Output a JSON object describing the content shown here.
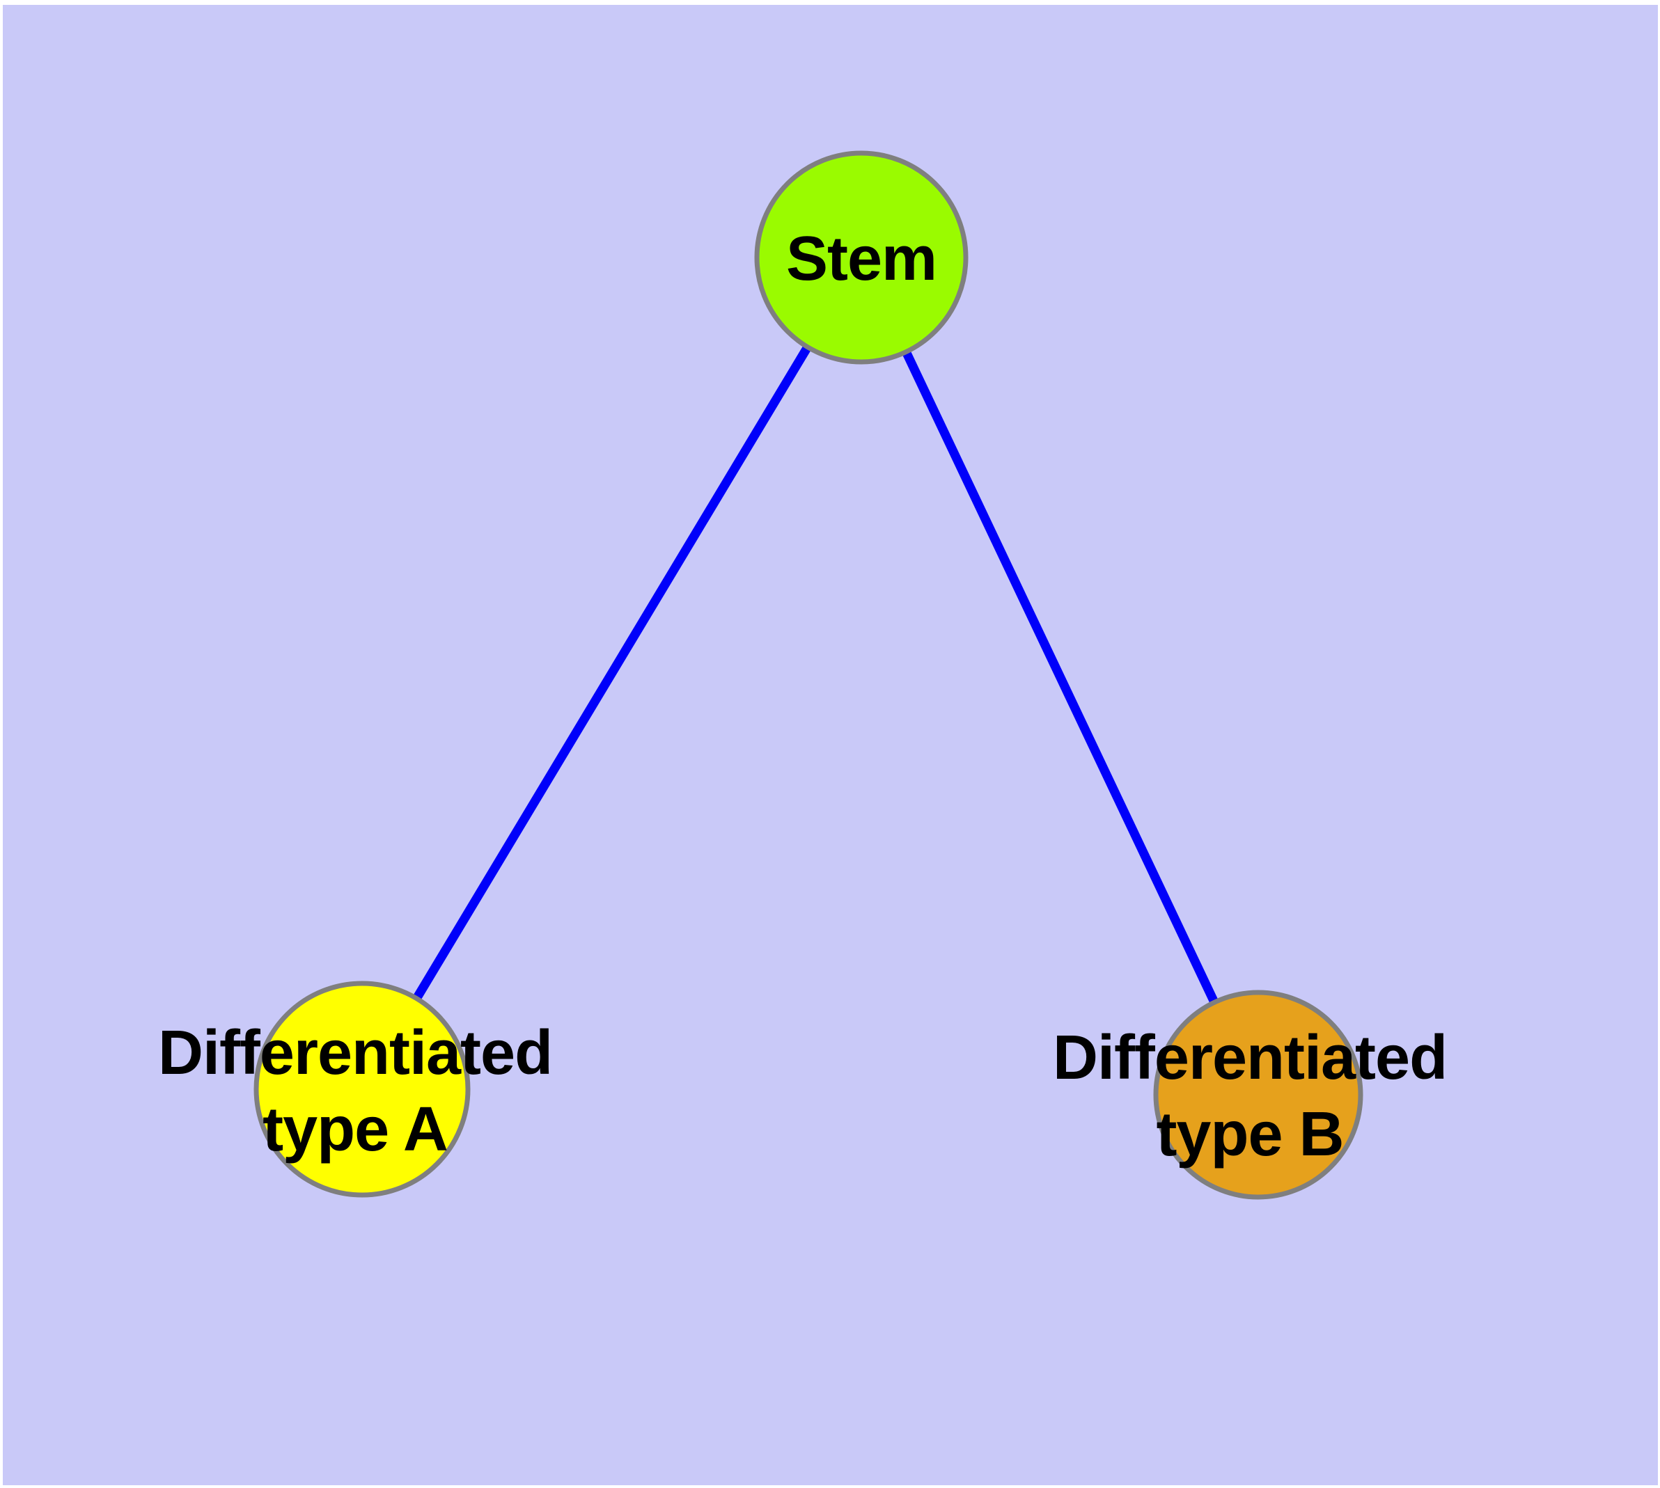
{
  "diagram": {
    "type": "graph",
    "description": "Cell differentiation tree: one stem node branching into two differentiated cell type nodes",
    "orientation": "top-down"
  },
  "colors": {
    "background": "#c9c9f8",
    "frame": "#ffffff",
    "edge": "#0000fa",
    "node_border": "#7f7f7f",
    "label": "#000000",
    "stem_fill": "#9afb00",
    "type_a_fill": "#ffff00",
    "type_b_fill": "#e6a11c"
  },
  "nodes": {
    "stem": {
      "label": "Stem",
      "fill": "#9afb00"
    },
    "type_a": {
      "label": "Differentiated type A",
      "line1": "Differentiated",
      "line2": "type A",
      "fill": "#ffff00"
    },
    "type_b": {
      "label": "Differentiated type B",
      "line1": "Differentiated",
      "line2": "type B",
      "fill": "#e6a11c"
    }
  },
  "edges": [
    {
      "from": "stem",
      "to": "type_a"
    },
    {
      "from": "stem",
      "to": "type_b"
    }
  ]
}
